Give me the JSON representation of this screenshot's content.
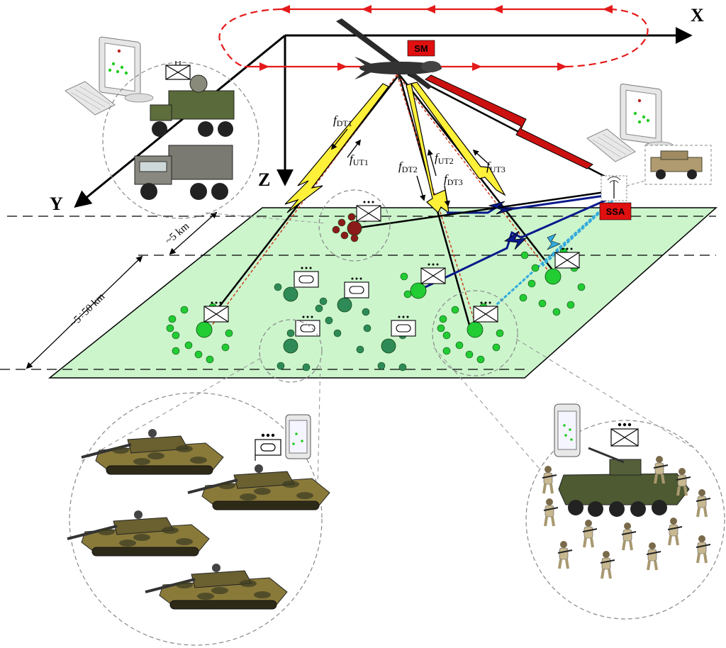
{
  "axes": {
    "x": "X",
    "y": "Y",
    "z": "Z"
  },
  "tags": {
    "sm": "SM",
    "ssa": "SSA"
  },
  "links": [
    {
      "main": "f",
      "sub": "DT1"
    },
    {
      "main": "f",
      "sub": "UT1"
    },
    {
      "main": "f",
      "sub": "DT2"
    },
    {
      "main": "f",
      "sub": "UT2"
    },
    {
      "main": "f",
      "sub": "DT3"
    },
    {
      "main": "f",
      "sub": "UT3"
    }
  ],
  "dimensions": {
    "depth": "~5 km",
    "width": "~5÷50 km"
  },
  "colors": {
    "ground": "#ccf5cc",
    "trajectory": "#e51a1a",
    "tag_fill": "#e01010",
    "tag_text": "#000000",
    "uplink_yellow": "#fff03a",
    "link_blue": "#0a1a8c",
    "link_cyan": "#33aadd",
    "link_red": "#cc1111",
    "cluster_bright": "#22cc33",
    "cluster_dark": "#2e8b57",
    "cluster_maroon": "#8b1a1a"
  },
  "icons": [
    "uav-icon",
    "computer-icon",
    "radar-truck-icon",
    "command-truck-icon",
    "humvee-icon",
    "tank-icon",
    "apc-icon",
    "soldier-icon",
    "tablet-icon",
    "unit-symbol-icon"
  ]
}
